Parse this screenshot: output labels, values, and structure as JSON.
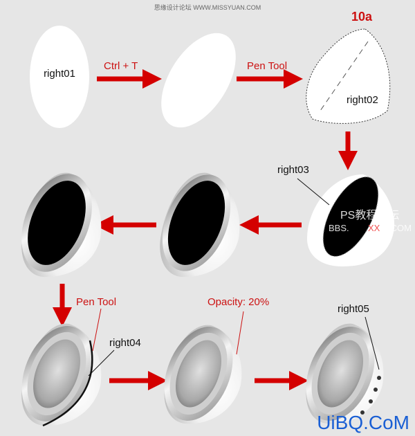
{
  "header": {
    "watermark": "思缘设计论坛 WWW.MISSYUAN.COM",
    "step_label": "10a"
  },
  "labels": {
    "right01": "right01",
    "right02": "right02",
    "right03": "right03",
    "right04": "right04",
    "right05": "right05"
  },
  "steps": {
    "ctrl_t": "Ctrl + T",
    "pen_tool_1": "Pen Tool",
    "pen_tool_2": "Pen Tool",
    "opacity": "Opacity: 20%"
  },
  "overlay_watermark": {
    "line1": "PS教程论坛",
    "line2_left": "BBS.",
    "line2_mid": "XX",
    "line2_right": ".COM"
  },
  "footer": {
    "logo": "UiBQ.CoM"
  },
  "colors": {
    "background": "#e6e6e6",
    "arrow": "#d40000",
    "label_red": "#cc1111",
    "logo_blue": "#1a5fd4"
  }
}
